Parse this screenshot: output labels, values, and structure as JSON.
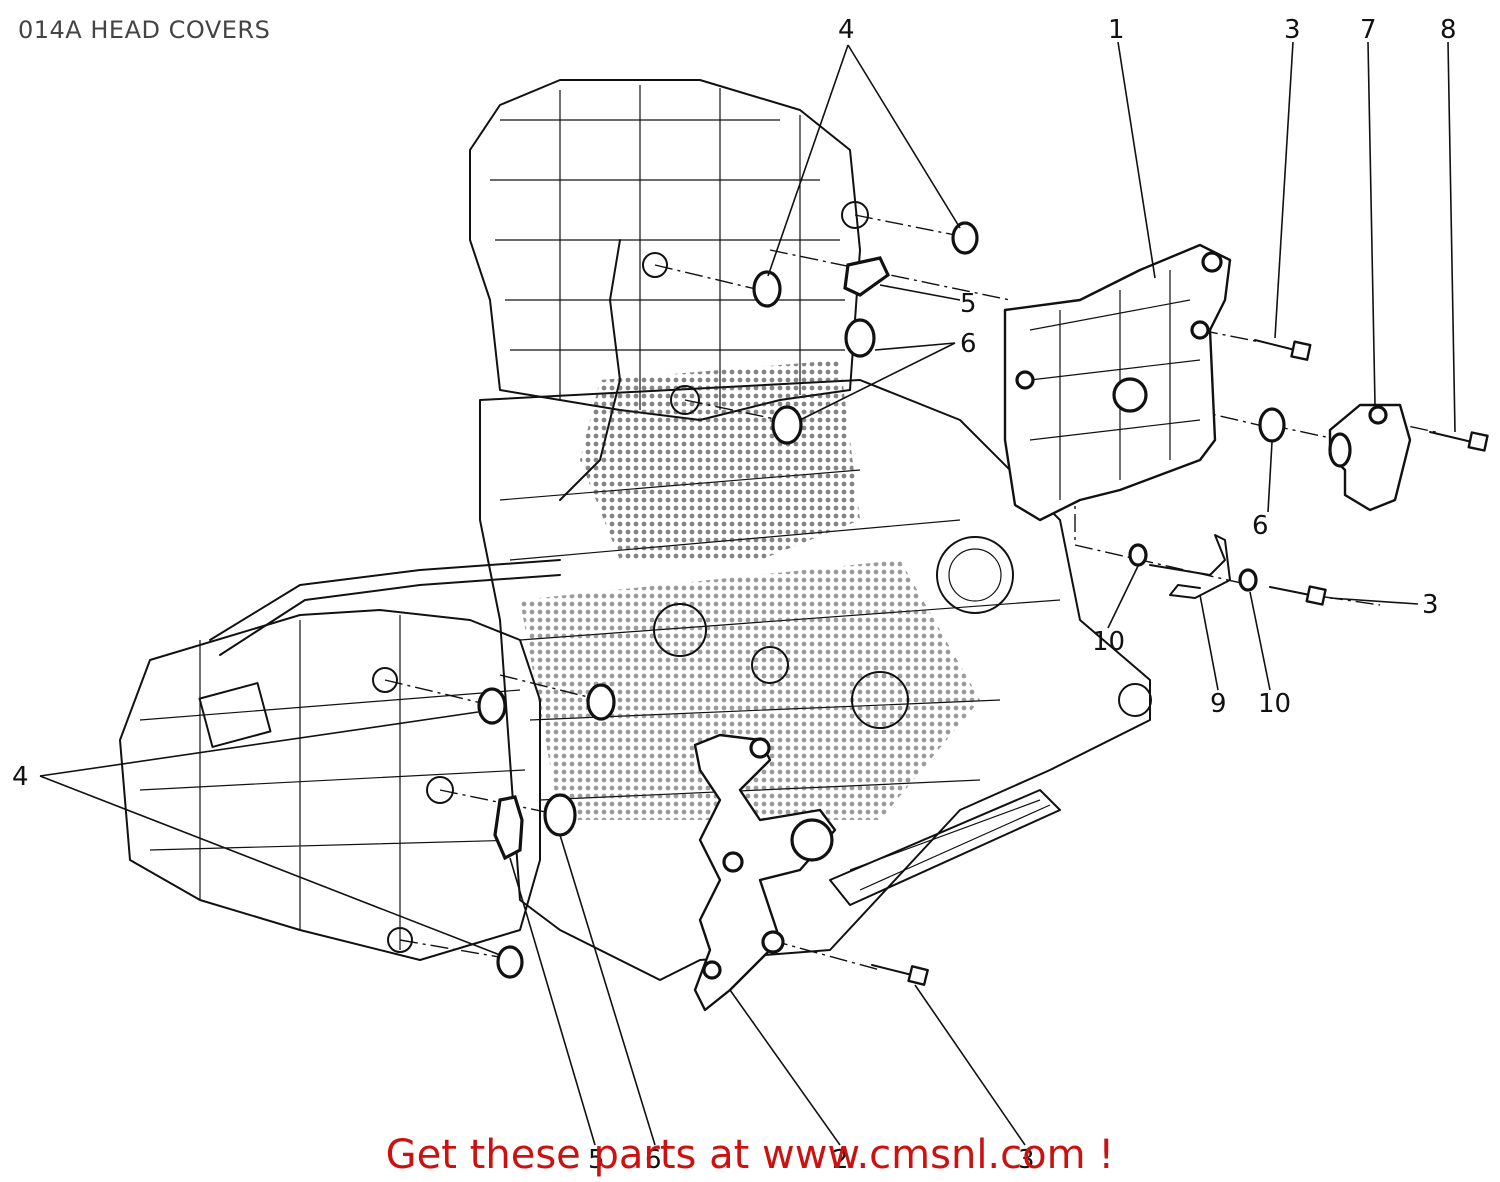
{
  "title": "014A HEAD COVERS",
  "callouts": {
    "c4_top": "4",
    "c1": "1",
    "c3_top": "3",
    "c7": "7",
    "c8": "8",
    "c5_upper": "5",
    "c6_upper": "6",
    "c6_right": "6",
    "c3_right": "3",
    "c10_left": "10",
    "c9": "9",
    "c10_right": "10",
    "c4_left": "4",
    "c5_bottom": "5",
    "c6_bottom": "6",
    "c2": "2",
    "c3_bottom": "3"
  },
  "watermark": "Get these parts at www.cmsnl.com !",
  "colors": {
    "watermark": "#cc1111",
    "ink": "#111111",
    "title": "#444444"
  }
}
